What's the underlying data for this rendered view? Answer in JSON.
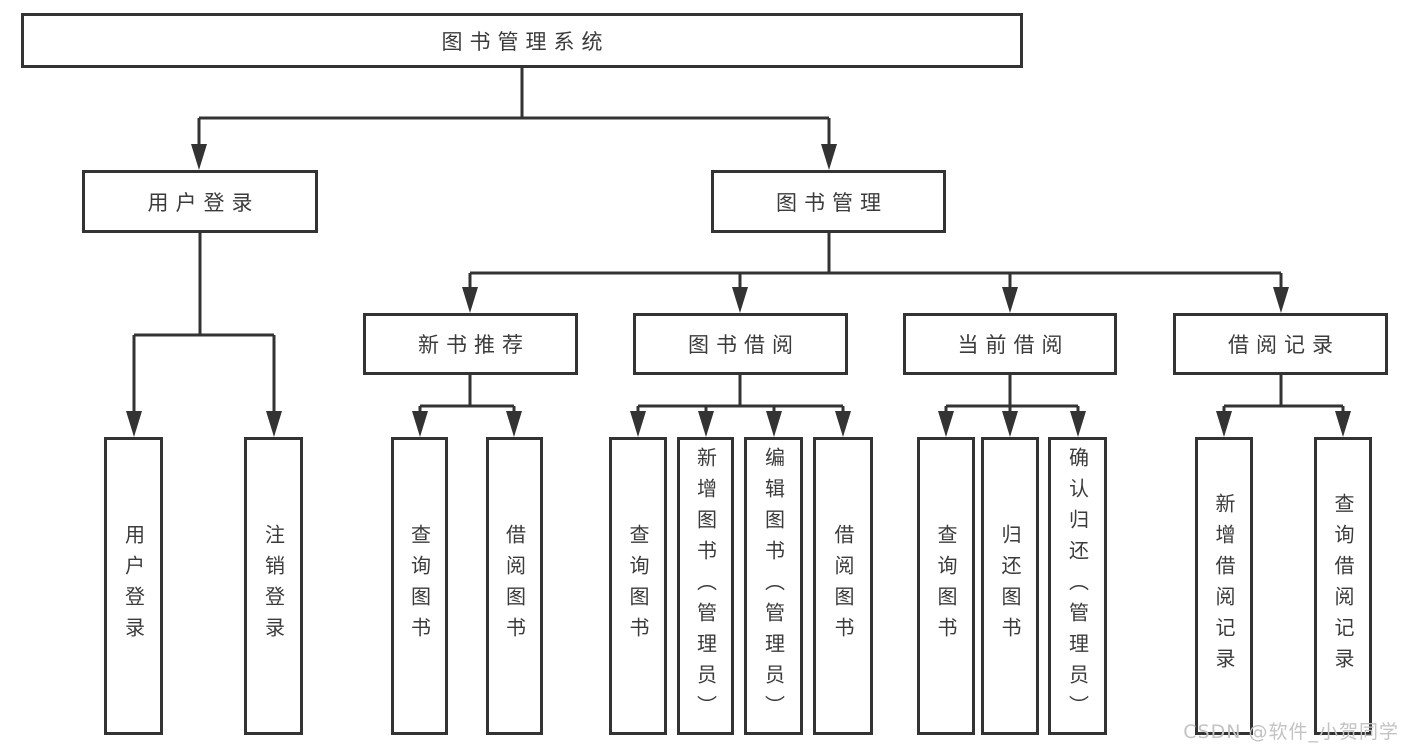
{
  "diagram": {
    "type": "hierarchy-tree",
    "colors": {
      "line": "#333333",
      "box_border": "#333333",
      "box_background": "#ffffff",
      "text": "#3b3b3b",
      "watermark_text": "#c3c3c3",
      "background": "#ffffff"
    },
    "watermark": "CSDN @软件_小贺同学",
    "nodes": {
      "root": {
        "label": "图书管理系统",
        "level": 1
      },
      "login": {
        "label": "用户登录",
        "level": 2
      },
      "mgmt": {
        "label": "图书管理",
        "level": 2
      },
      "recommend": {
        "label": "新书推荐",
        "level": 3
      },
      "borrow": {
        "label": "图书借阅",
        "level": 3
      },
      "current": {
        "label": "当前借阅",
        "level": 3
      },
      "records": {
        "label": "借阅记录",
        "level": 3
      },
      "login_user": {
        "label": "用户登录",
        "level": 4
      },
      "login_logout": {
        "label": "注销登录",
        "level": 4
      },
      "recommend_query": {
        "label": "查询图书",
        "level": 4
      },
      "recommend_borrow": {
        "label": "借阅图书",
        "level": 4
      },
      "borrow_query": {
        "label": "查询图书",
        "level": 4
      },
      "borrow_add": {
        "label": "新增图书（管理员）",
        "level": 4
      },
      "borrow_edit": {
        "label": "编辑图书（管理员）",
        "level": 4
      },
      "borrow_borrow": {
        "label": "借阅图书",
        "level": 4
      },
      "current_query": {
        "label": "查询图书",
        "level": 4
      },
      "current_return": {
        "label": "归还图书",
        "level": 4
      },
      "current_confirm": {
        "label": "确认归还（管理员）",
        "level": 4
      },
      "records_add": {
        "label": "新增借阅记录",
        "level": 4
      },
      "records_query": {
        "label": "查询借阅记录",
        "level": 4
      }
    },
    "edges": [
      [
        "root",
        "login"
      ],
      [
        "root",
        "mgmt"
      ],
      [
        "login",
        "login_user"
      ],
      [
        "login",
        "login_logout"
      ],
      [
        "mgmt",
        "recommend"
      ],
      [
        "mgmt",
        "borrow"
      ],
      [
        "mgmt",
        "current"
      ],
      [
        "mgmt",
        "records"
      ],
      [
        "recommend",
        "recommend_query"
      ],
      [
        "recommend",
        "recommend_borrow"
      ],
      [
        "borrow",
        "borrow_query"
      ],
      [
        "borrow",
        "borrow_add"
      ],
      [
        "borrow",
        "borrow_edit"
      ],
      [
        "borrow",
        "borrow_borrow"
      ],
      [
        "current",
        "current_query"
      ],
      [
        "current",
        "current_return"
      ],
      [
        "current",
        "current_confirm"
      ],
      [
        "records",
        "records_add"
      ],
      [
        "records",
        "records_query"
      ]
    ]
  }
}
